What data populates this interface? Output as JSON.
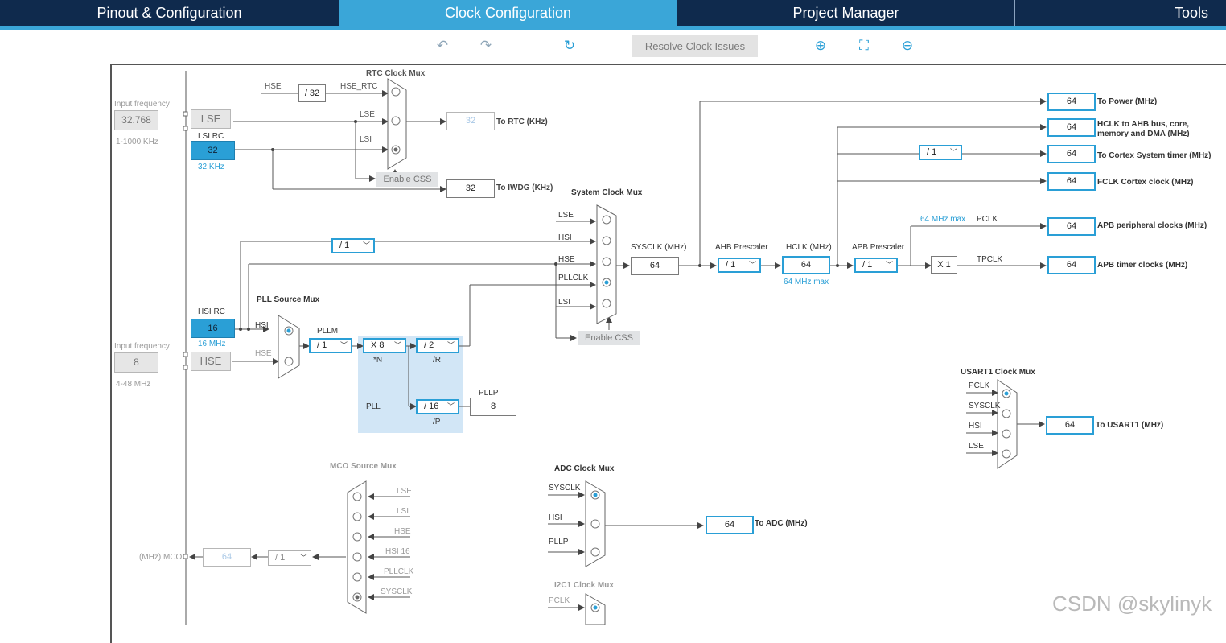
{
  "tabs": [
    "Pinout & Configuration",
    "Clock Configuration",
    "Project Manager",
    "Tools"
  ],
  "toolbar": {
    "resolve_label": "Resolve Clock Issues",
    "icons": [
      "undo-icon",
      "redo-icon",
      "refresh-icon",
      "zoom-in-icon",
      "fit-screen-icon",
      "zoom-out-icon"
    ]
  },
  "inputs": {
    "lse_freq_label": "Input frequency",
    "lse_freq": "32.768",
    "lse_range": "1-1000 KHz",
    "lse_label": "LSE",
    "lsi_title": "LSI RC",
    "lsi_value": "32",
    "lsi_unit": "32 KHz",
    "hsi_title": "HSI RC",
    "hsi_value": "16",
    "hsi_unit": "16 MHz",
    "hse_freq_label": "Input frequency",
    "hse_freq": "8",
    "hse_range": "4-48 MHz",
    "hse_label": "HSE"
  },
  "rtc": {
    "title": "RTC Clock Mux",
    "hse_in": "HSE",
    "div": "/ 32",
    "hse_rtc": "HSE_RTC",
    "lse_in": "LSE",
    "lsi_in": "LSI",
    "out_value": "32",
    "out_label": "To RTC (KHz)",
    "enable_css": "Enable CSS",
    "iwdg_value": "32",
    "iwdg_label": "To IWDG (KHz)"
  },
  "sysmux": {
    "title": "System Clock Mux",
    "hsi_div": "/ 1",
    "inputs": [
      "LSE",
      "HSI",
      "HSE",
      "PLLCLK",
      "LSI"
    ],
    "enable_css": "Enable CSS"
  },
  "pll": {
    "source_title": "PLL Source Mux",
    "hsi": "HSI",
    "hse": "HSE",
    "pllm_label": "PLLM",
    "pllm": "/ 1",
    "mul": "X 8",
    "mul_label": "*N",
    "r_div": "/ 2",
    "r_label": "/R",
    "p_div": "/ 16",
    "p_label": "/P",
    "pll_label": "PLL",
    "pllp_label": "PLLP",
    "pllp_value": "8"
  },
  "bus": {
    "sysclk_label": "SYSCLK (MHz)",
    "sysclk": "64",
    "ahb_label": "AHB Prescaler",
    "ahb": "/ 1",
    "hclk_label": "HCLK (MHz)",
    "hclk": "64",
    "hclk_max": "64 MHz max",
    "apb_label": "APB Prescaler",
    "apb": "/ 1",
    "apb_max": "64 MHz max",
    "pclk": "PCLK",
    "tpclk": "TPCLK",
    "x1": "X 1",
    "cortex_div": "/ 1"
  },
  "outputs": [
    {
      "value": "64",
      "label": "To Power (MHz)"
    },
    {
      "value": "64",
      "label": "HCLK to AHB bus, core, memory and DMA (MHz)"
    },
    {
      "value": "64",
      "label": "To Cortex System timer (MHz)"
    },
    {
      "value": "64",
      "label": "FCLK Cortex clock (MHz)"
    },
    {
      "value": "64",
      "label": "APB peripheral clocks (MHz)"
    },
    {
      "value": "64",
      "label": "APB timer clocks (MHz)"
    }
  ],
  "usart": {
    "title": "USART1 Clock Mux",
    "inputs": [
      "PCLK",
      "SYSCLK",
      "HSI",
      "LSE"
    ],
    "value": "64",
    "label": "To USART1 (MHz)"
  },
  "mco": {
    "title": "MCO Source Mux",
    "inputs": [
      "LSE",
      "LSI",
      "HSE",
      "HSI 16",
      "PLLCLK",
      "SYSCLK"
    ],
    "label": "(MHz) MCO",
    "value": "64",
    "div": "/ 1"
  },
  "adc": {
    "title": "ADC Clock Mux",
    "inputs": [
      "SYSCLK",
      "HSI",
      "PLLP"
    ],
    "value": "64",
    "label": "To ADC (MHz)"
  },
  "i2c": {
    "title": "I2C1 Clock Mux",
    "input": "PCLK"
  },
  "watermark": "CSDN @skylinyk",
  "colors": {
    "accent": "#2a9fd6",
    "tabbar": "#0f2a4d"
  }
}
